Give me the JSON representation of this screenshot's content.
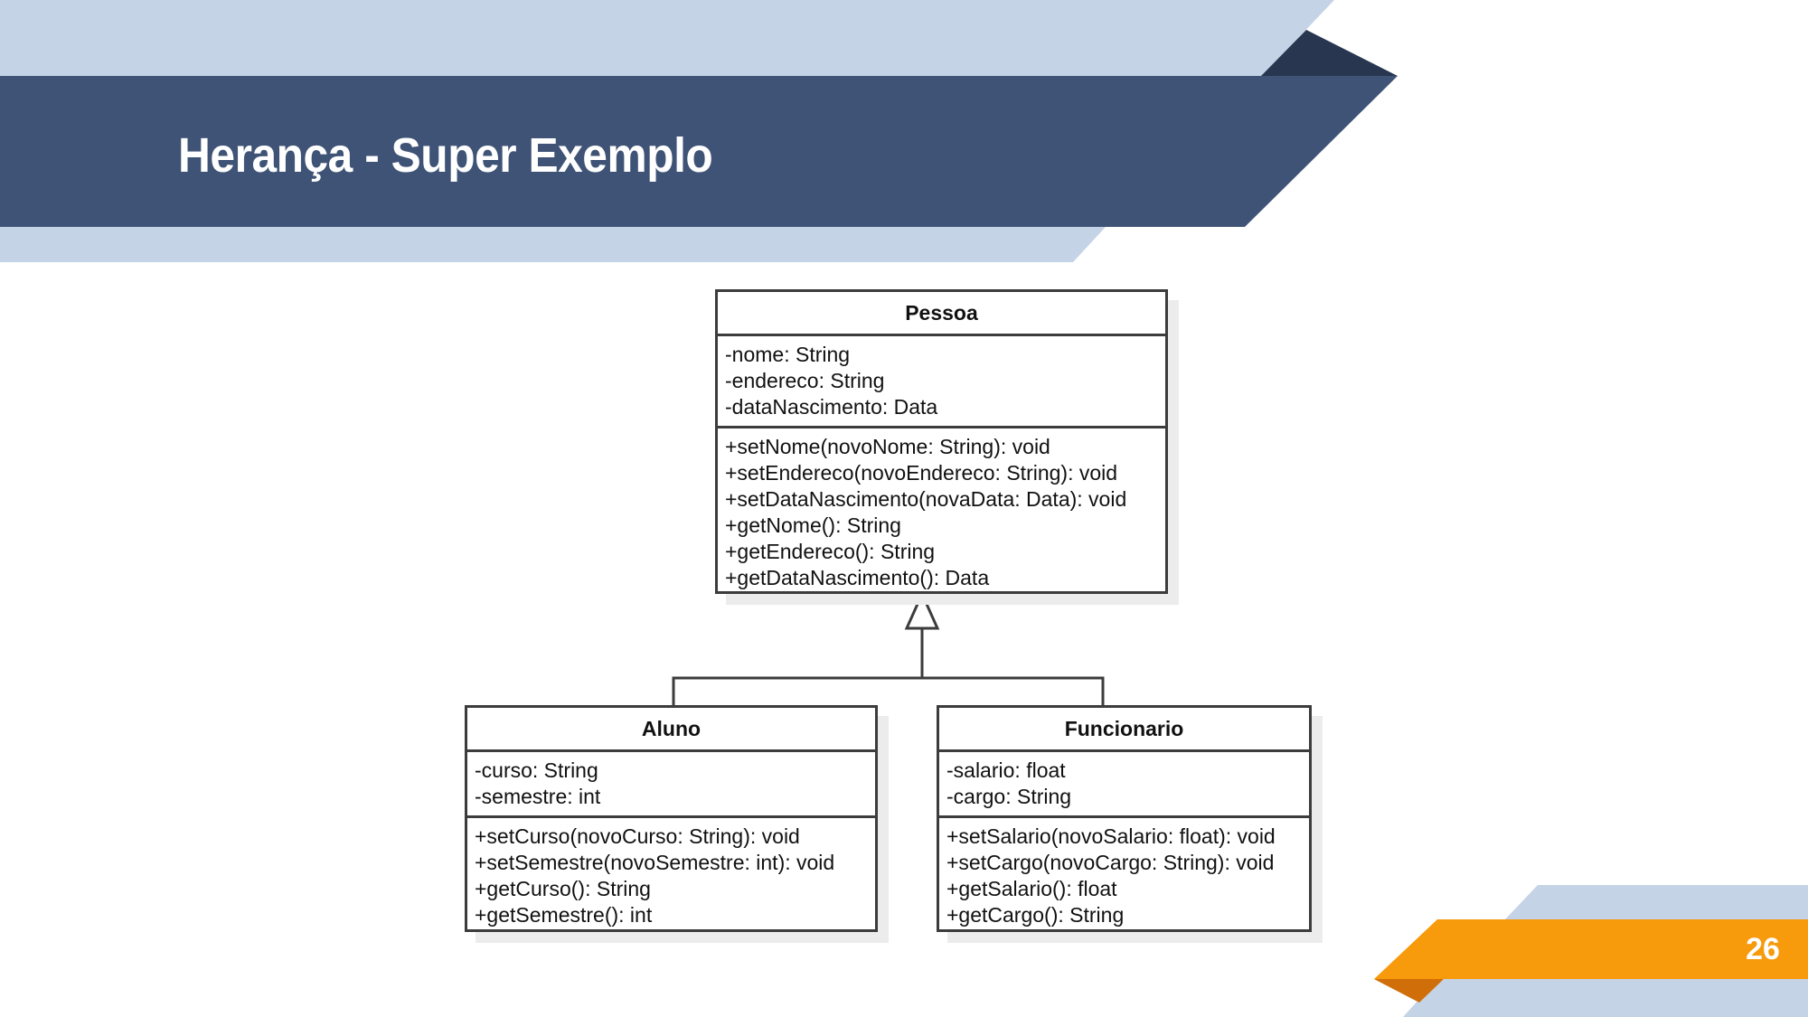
{
  "slide": {
    "title": "Herança - Super Exemplo",
    "page_number": "26"
  },
  "colors": {
    "header_dark": "#3f5376",
    "header_light": "#c5d3e6",
    "header_shadow": "#283650",
    "accent_orange": "#f79a0b",
    "accent_orange_dark": "#d06f0a",
    "uml_border": "#3c3c3c"
  },
  "diagram": {
    "classes": {
      "pessoa": {
        "name": "Pessoa",
        "attributes": [
          "-nome: String",
          "-endereco: String",
          "-dataNascimento: Data"
        ],
        "methods": [
          "+setNome(novoNome: String): void",
          "+setEndereco(novoEndereco: String): void",
          "+setDataNascimento(novaData: Data): void",
          "+getNome(): String",
          "+getEndereco(): String",
          "+getDataNascimento(): Data"
        ]
      },
      "aluno": {
        "name": "Aluno",
        "attributes": [
          "-curso: String",
          "-semestre: int"
        ],
        "methods": [
          "+setCurso(novoCurso: String): void",
          "+setSemestre(novoSemestre: int): void",
          "+getCurso(): String",
          "+getSemestre(): int"
        ]
      },
      "funcionario": {
        "name": "Funcionario",
        "attributes": [
          "-salario: float",
          "-cargo: String"
        ],
        "methods": [
          "+setSalario(novoSalario: float): void",
          "+setCargo(novoCargo: String): void",
          "+getSalario(): float",
          "+getCargo(): String"
        ]
      }
    },
    "relations": [
      {
        "type": "inheritance",
        "from": "Aluno",
        "to": "Pessoa"
      },
      {
        "type": "inheritance",
        "from": "Funcionario",
        "to": "Pessoa"
      }
    ]
  }
}
